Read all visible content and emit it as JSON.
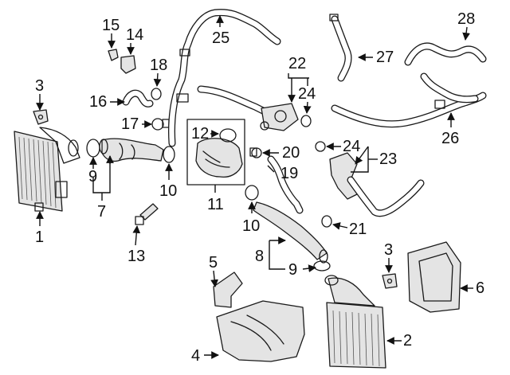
{
  "callouts": {
    "c1": "1",
    "c2": "2",
    "c3a": "3",
    "c3b": "3",
    "c4": "4",
    "c5": "5",
    "c6": "6",
    "c7": "7",
    "c8": "8",
    "c9a": "9",
    "c9b": "9",
    "c10a": "10",
    "c10b": "10",
    "c11": "11",
    "c12": "12",
    "c13": "13",
    "c14": "14",
    "c15": "15",
    "c16": "16",
    "c17": "17",
    "c18": "18",
    "c19": "19",
    "c20": "20",
    "c21": "21",
    "c22": "22",
    "c23": "23",
    "c24a": "24",
    "c24b": "24",
    "c25": "25",
    "c26": "26",
    "c27": "27",
    "c28": "28"
  }
}
